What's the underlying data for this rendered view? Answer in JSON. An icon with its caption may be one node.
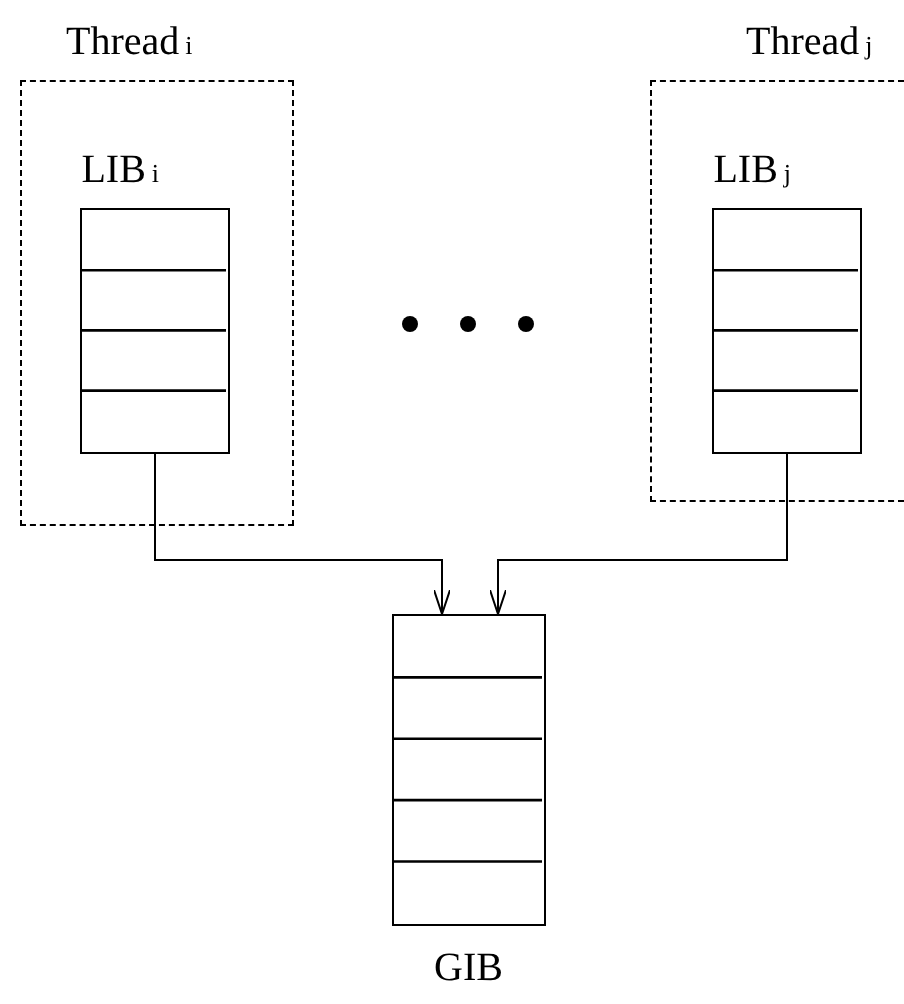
{
  "diagram": {
    "nodes": [
      {
        "text": [
          "Thread$_{i}$"
        ]
      },
      {
        "text": [
          "LIB$_{i}$"
        ],
        "in": 0
      },
      {
        "text": [
          "Thread$_{j}$"
        ]
      },
      {
        "text": [
          "LIB$_{j}$"
        ],
        "in": 2
      },
      {
        "text": [
          "GIB"
        ]
      }
    ],
    "edges": [
      {
        "from": 1,
        "to": 4,
        "arrow": "to"
      },
      {
        "from": 3,
        "to": 4,
        "arrow": "to"
      }
    ]
  }
}
